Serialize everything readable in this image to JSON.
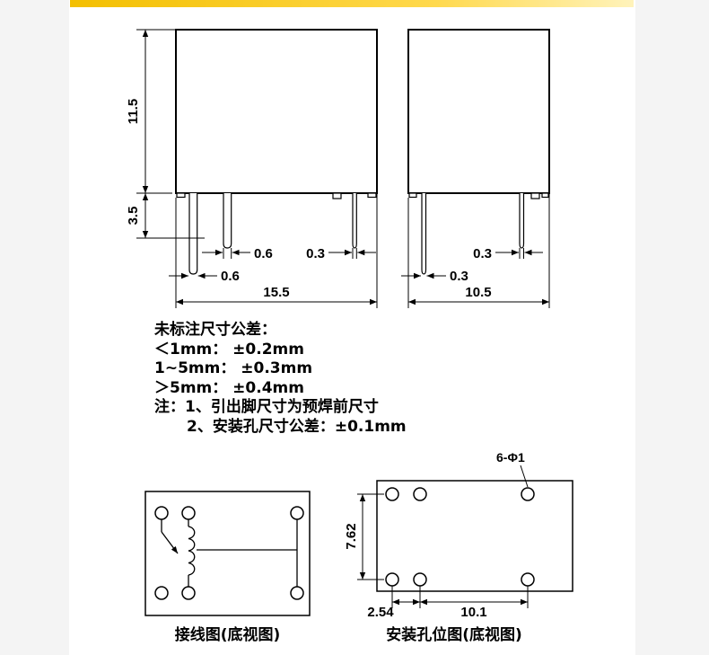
{
  "colors": {
    "accent_bar": "#f3bf00",
    "accent_bar_light": "#ffd94d",
    "accent_bar_fade": "#fff3bb",
    "line": "#000000"
  },
  "front_view": {
    "height": "11.5",
    "pin_len": "3.5",
    "pin_a_w": "0.6",
    "pin_b_w": "0.6",
    "pin_c_w": "0.3",
    "width": "15.5"
  },
  "side_view": {
    "pin_front_w": "0.3",
    "pin_back_w": "0.3",
    "width": "10.5"
  },
  "notes": {
    "title": "未标注尺寸公差：",
    "tol1": "＜1mm： ±0.2mm",
    "tol2": "1~5mm： ±0.3mm",
    "tol3": "＞5mm： ±0.4mm",
    "note1": "注：1、引出脚尺寸为预焊前尺寸",
    "note2": "2、安装孔尺寸公差：±0.1mm"
  },
  "wiring": {
    "caption": "接线图(底视图)"
  },
  "mounting": {
    "caption": "安装孔位图(底视图)",
    "hole_spec": "6-Φ1",
    "row_pitch": "7.62",
    "col_pitch_1": "2.54",
    "col_pitch_2": "10.1"
  }
}
